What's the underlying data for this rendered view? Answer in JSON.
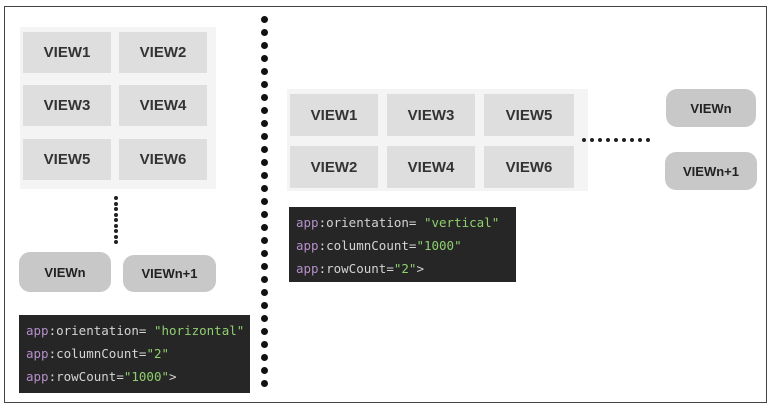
{
  "horizontal_grid": {
    "rows": [
      [
        "VIEW1",
        "VIEW2"
      ],
      [
        "VIEW3",
        "VIEW4"
      ],
      [
        "VIEW5",
        "VIEW6"
      ]
    ],
    "extra_views": [
      "VIEWn",
      "VIEWn+1"
    ]
  },
  "vertical_grid": {
    "rows": [
      [
        "VIEW1",
        "VIEW3",
        "VIEW5"
      ],
      [
        "VIEW2",
        "VIEW4",
        "VIEW6"
      ]
    ],
    "extra_views": [
      "VIEWn",
      "VIEWn+1"
    ]
  },
  "code_horizontal": [
    {
      "ns": "app",
      "attr": "orientation",
      "sep": "= ",
      "value": "\"horizontal\"",
      "end": ""
    },
    {
      "ns": "app",
      "attr": "columnCount",
      "sep": "=",
      "value": "\"2\"",
      "end": ""
    },
    {
      "ns": "app",
      "attr": "rowCount",
      "sep": "=",
      "value": "\"1000\"",
      "end": ">"
    }
  ],
  "code_vertical": [
    {
      "ns": "app",
      "attr": "orientation",
      "sep": "= ",
      "value": "\"vertical\"",
      "end": ""
    },
    {
      "ns": "app",
      "attr": "columnCount",
      "sep": "=",
      "value": "\"1000\"",
      "end": ""
    },
    {
      "ns": "app",
      "attr": "rowCount",
      "sep": "=",
      "value": "\"2\"",
      "end": ">"
    }
  ]
}
